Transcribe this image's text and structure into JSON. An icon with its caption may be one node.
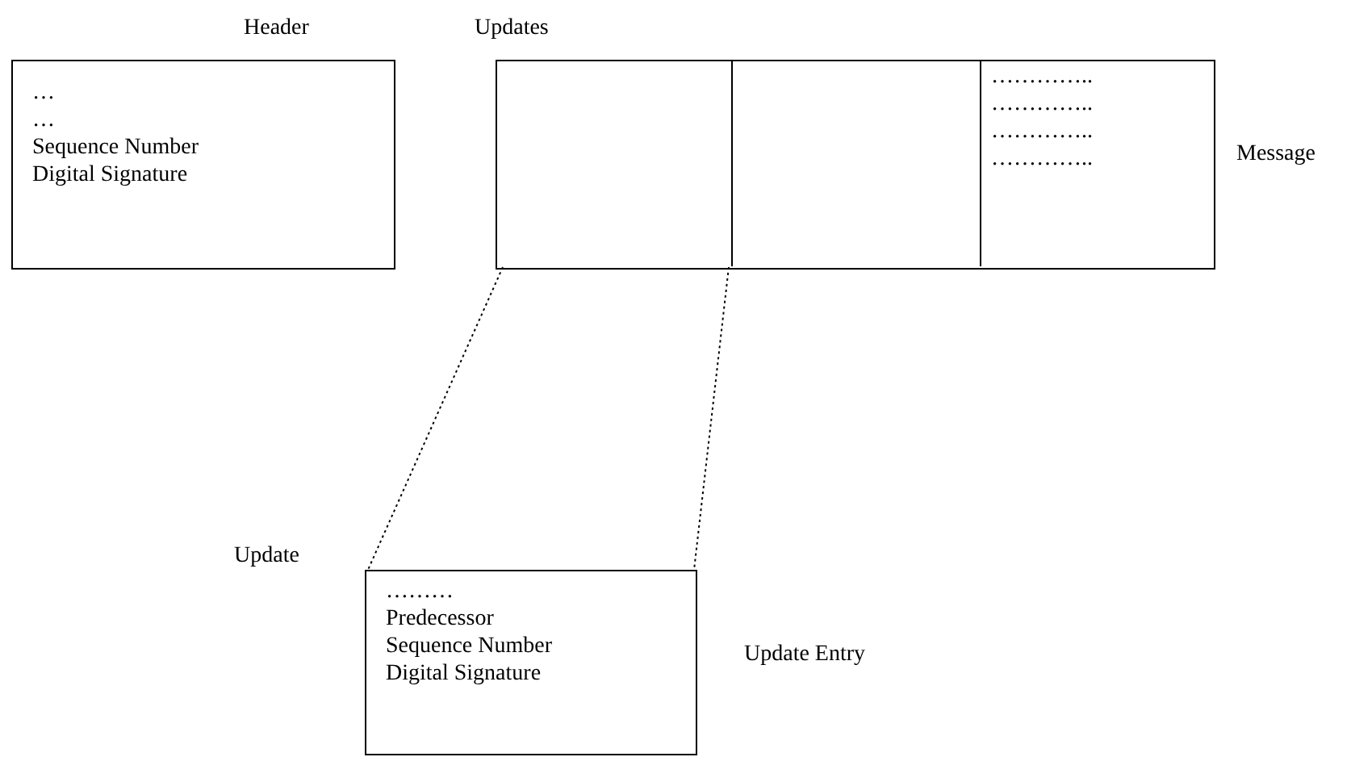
{
  "diagram": {
    "nodes": [
      {
        "text": [
          "Header",
          "…",
          "…",
          "Sequence Number",
          "Digital Signature"
        ]
      },
      {
        "text": [
          "Updates"
        ]
      },
      {
        "text": [],
        "shape": "box",
        "in": 1
      },
      {
        "text": [],
        "shape": "box",
        "in": 1
      },
      {
        "text": [
          "…………..",
          "…………..",
          "…………..",
          "………….."
        ],
        "in": 1
      },
      {
        "text": [
          "Update",
          "………",
          "Predecessor",
          "Sequence Number",
          "Digital Signature"
        ],
        "beside": [
          "Update Entry"
        ]
      }
    ],
    "edges": [
      {
        "from": 2,
        "to": 5,
        "arrow": "none",
        "style": "dashed"
      },
      {
        "from": 2,
        "to": 5,
        "arrow": "none",
        "style": "dashed"
      }
    ],
    "labels": [
      "Message"
    ]
  }
}
